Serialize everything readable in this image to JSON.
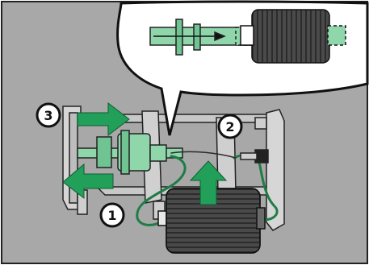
{
  "steps": [
    {
      "number": "3"
    },
    {
      "number": "2"
    },
    {
      "number": "1"
    }
  ],
  "icons": [
    "arrow-right-icon",
    "arrow-left-icon",
    "arrow-up-icon"
  ],
  "colors": {
    "background": "#a8a8a8",
    "arrow_green": "#22a05a",
    "shaft_green": "#8fd6ab",
    "roller_dark": "#3d3d3d",
    "callout_white": "#ffffff"
  }
}
